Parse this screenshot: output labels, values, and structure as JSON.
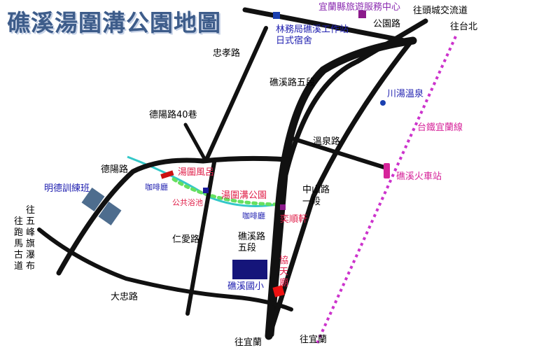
{
  "title": "礁溪湯圍溝公園地圖",
  "roads": {
    "zhongxiao": "忠孝路",
    "gongyuan": "公園路",
    "jiaoxi5_north": "礁溪路五段",
    "deyang40": "德陽路40巷",
    "wenquan": "溫泉路",
    "deyang": "德陽路",
    "zhongshan": "中山路一段",
    "renai": "仁愛路",
    "jiaoxi5_south": "礁溪路五段",
    "dazhong": "大忠路"
  },
  "directions": {
    "toucheng": "往頭城交流道",
    "taipei": "往台北",
    "wufeng": "往五峰旗瀑布",
    "paoma": "往跑馬古道",
    "yilan1": "往宜蘭",
    "yilan2": "往宜蘭"
  },
  "places": {
    "tourist_center": "宜蘭縣旅遊服務中心",
    "forestry_station": "林務局礁溪工作站",
    "dorm": "日式宿舍",
    "chuantang": "川湯溫泉",
    "railway_line": "台鐵宜蘭線",
    "station": "礁溪火車站",
    "tangwei_bath": "湯圍風呂",
    "cafe1": "咖啡廳",
    "public_bath": "公共浴池",
    "park": "湯圍溝公園",
    "cafe2": "咖啡廳",
    "yishunxuan": "奕順軒",
    "mingde": "明德訓練班",
    "elementary": "礁溪國小",
    "xietian": "協天廟"
  },
  "colors": {
    "road": "#111111",
    "railway": "#cc33cc",
    "stream": "#33c8c8",
    "dots": "#66e060",
    "school": "#15157a",
    "building": "#4e6d8e",
    "temple": "#ee1111",
    "blue_marker": "#1a3fb0",
    "purple_marker": "#8b1a8b"
  }
}
